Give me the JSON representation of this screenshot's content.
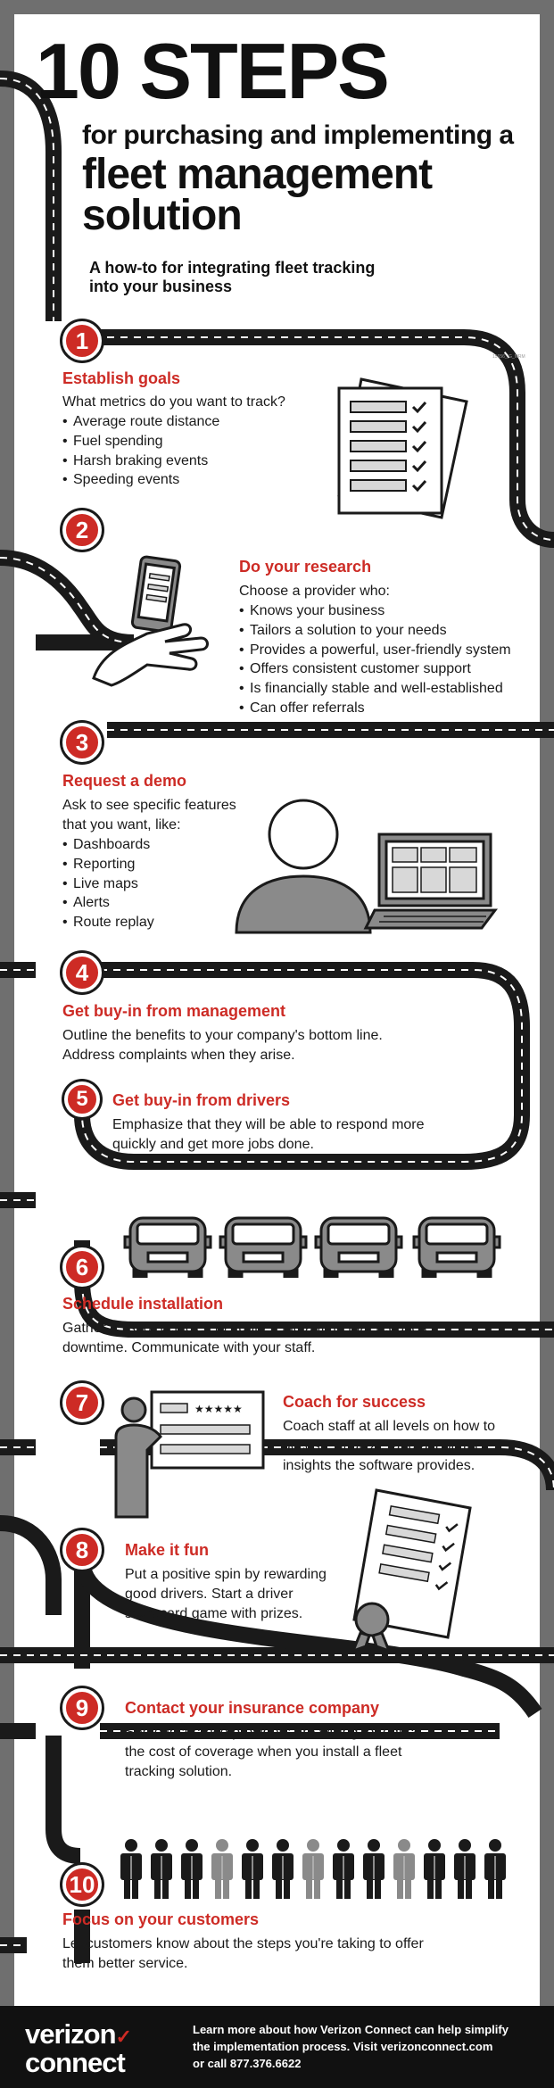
{
  "header": {
    "title": "10 STEPS",
    "subtitle_line1": "for purchasing and implementing a",
    "subtitle_line2": "fleet management",
    "subtitle_line3": "solution",
    "intro_line1": "A how-to for integrating fleet tracking",
    "intro_line2": "into your business",
    "code": "15656_IG_MRM"
  },
  "steps": [
    {
      "number": "1",
      "title": "Establish goals",
      "lead": "What metrics do you want to track?",
      "bullets": [
        "Average route distance",
        "Fuel spending",
        "Harsh braking events",
        "Speeding events"
      ]
    },
    {
      "number": "2",
      "title": "Do your research",
      "lead": "Choose a provider who:",
      "bullets": [
        "Knows your business",
        "Tailors a solution to your needs",
        "Provides a powerful, user-friendly system",
        "Offers consistent customer support",
        "Is financially stable and well-established",
        "Can offer referrals"
      ]
    },
    {
      "number": "3",
      "title": "Request a demo",
      "lead_line1": "Ask to see specific features",
      "lead_line2": "that you want, like:",
      "bullets": [
        "Dashboards",
        "Reporting",
        "Live maps",
        "Alerts",
        "Route replay"
      ]
    },
    {
      "number": "4",
      "title": "Get buy-in from management",
      "line1": "Outline the benefits to your company's bottom line.",
      "line2": "Address complaints when they arise."
    },
    {
      "number": "5",
      "title": "Get buy-in from drivers",
      "line1": "Emphasize that they will be able to respond more",
      "line2": "quickly and get more jobs done."
    },
    {
      "number": "6",
      "title": "Schedule installation",
      "line1": "Gather a list of vehicles to equip. Find a time that reduces",
      "line2": "downtime. Communicate with your staff."
    },
    {
      "number": "7",
      "title": "Coach for success",
      "line1": "Coach staff at all levels on how to",
      "line2": "access, analyze, and act on the",
      "line3": "insights the software provides."
    },
    {
      "number": "8",
      "title": "Make it fun",
      "line1": "Put a positive spin by rewarding",
      "line2": "good drivers. Start a driver",
      "line3": "scorecard game with prizes."
    },
    {
      "number": "9",
      "title": "Contact your insurance company",
      "line1": "Some insurance providers are willing to reduce",
      "line2": "the cost of coverage when you install a fleet",
      "line3": "tracking solution."
    },
    {
      "number": "10",
      "title": "Focus on your customers",
      "line1": "Let customers know about the steps you're taking to offer",
      "line2": "them better service."
    }
  ],
  "footer": {
    "logo_line1": "verizon",
    "logo_check": "✓",
    "logo_line2": "connect",
    "cta_line1": "Learn more about how Verizon Connect can help simplify",
    "cta_line2": "the implementation process. Visit verizonconnect.com",
    "cta_line3": "or call 877.376.6622"
  },
  "colors": {
    "accent": "#cd2b25",
    "road": "#1a1a1a",
    "frame": "#6f6f6f",
    "icon_gray": "#8a8a8a",
    "icon_light": "#d8d8d8"
  },
  "icons": [
    "checklist-icon",
    "hand-phone-icon",
    "user-laptop-icon",
    "truck-icon",
    "presenter-icon",
    "certificate-icon",
    "people-crowd-icon"
  ],
  "crowd": {
    "total_people": 13,
    "gray_people": [
      3,
      6,
      9
    ]
  }
}
